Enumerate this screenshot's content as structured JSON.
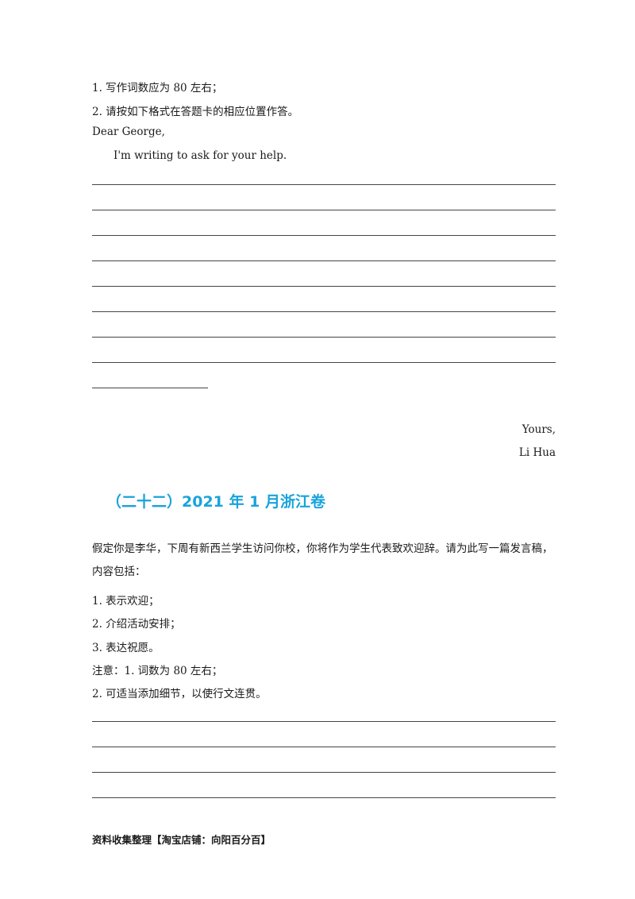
{
  "task1": {
    "req1": "1. 写作词数应为 80 左右；",
    "req2": "2. 请按如下格式在答题卡的相应位置作答。",
    "greeting": "Dear George,",
    "opening": "I'm writing to ask for your help.",
    "closing": "Yours,",
    "signature": "Li Hua"
  },
  "task2": {
    "heading": "（二十二）2021 年 1 月浙江卷",
    "prompt": "假定你是李华，下周有新西兰学生访问你校，你将作为学生代表致欢迎辞。请为此写一篇发言稿，内容包括：",
    "point1": "1. 表示欢迎；",
    "point2": "2. 介绍活动安排；",
    "point3": "3. 表达祝愿。",
    "note1": "注意：1. 词数为 80 左右；",
    "note2": "2. 可适当添加细节，以使行文连贯。"
  },
  "footer": "资料收集整理【淘宝店铺：向阳百分百】"
}
